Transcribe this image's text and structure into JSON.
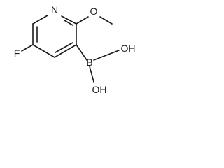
{
  "molecule": {
    "atom_labels": {
      "nitrogen": "N",
      "oxygen_methoxy": "O",
      "fluorine": "F",
      "boron": "B",
      "hydroxyl_top": "OH",
      "hydroxyl_bottom": "OH"
    }
  },
  "colors": {
    "bond": "#1a1a1a",
    "label": "#1a1a1a",
    "background": "#ffffff"
  }
}
